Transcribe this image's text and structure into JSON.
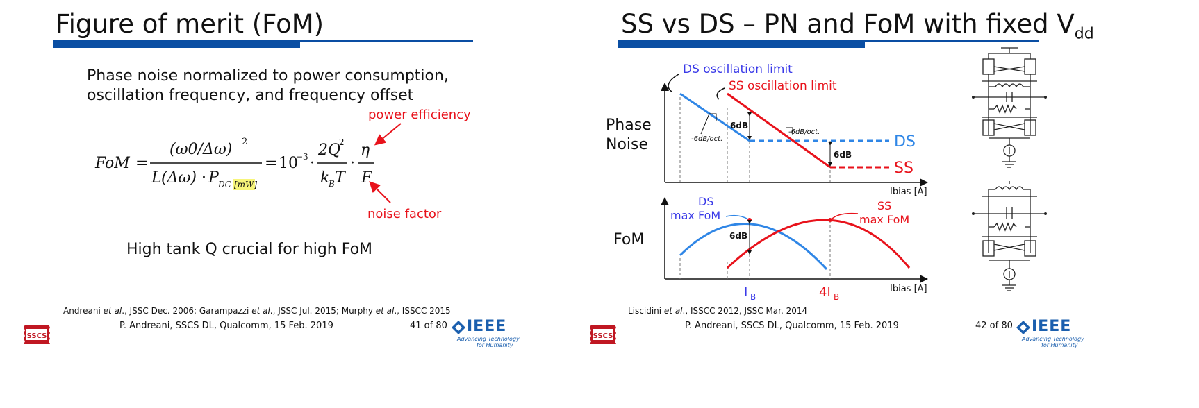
{
  "left_slide": {
    "title": "Figure of merit (FoM)",
    "intro_line1": "Phase noise normalized to power consumption,",
    "intro_line2": "oscillation frequency, and frequency offset",
    "annot_power_efficiency": "power efficiency",
    "annot_noise_factor": "noise factor",
    "equation": {
      "lhs": "FoM",
      "eq1": "=",
      "num": "(ω0/Δω)",
      "num_exp": "2",
      "den_l": "L",
      "den_arg": "(Δω)",
      "den_dot": "·",
      "den_p": "P",
      "den_sub": "DC",
      "den_sub_box": "[mW]",
      "eq2": "=",
      "coef": "10",
      "coef_exp": "−3",
      "dot1": "·",
      "frac2_num": "2Q",
      "frac2_num_exp": "2",
      "frac2_den": "k",
      "frac2_den_sub": "B",
      "frac2_den_t": "T",
      "dot2": "·",
      "frac3_num": "η",
      "frac3_den": "F"
    },
    "tank_note": "High tank Q crucial for high FoM",
    "reference": {
      "a1": "Andreani ",
      "etal1": "et al",
      "a1b": "., JSSC Dec. 2006; Garampazzi ",
      "etal2": "et al",
      "a2b": "., JSSC Jul. 2015; Murphy ",
      "etal3": "et al",
      "a3b": "., ISSCC 2015"
    },
    "footer": "P. Andreani, SSCS DL, Qualcomm, 15 Feb. 2019",
    "page_number": "41 of 80"
  },
  "right_slide": {
    "title": "SS vs DS – PN and FoM with fixed V",
    "title_sub": "dd",
    "label_phase": "Phase",
    "label_noise": "Noise",
    "label_fom": "FoM",
    "reference": {
      "a1": "Liscidini ",
      "etal1": "et al",
      "a1b": "., ISSCC 2012, JSSC Mar. 2014"
    },
    "footer": "P. Andreani, SSCS DL, Qualcomm, 15 Feb. 2019",
    "page_number": "42 of 80",
    "pn_chart": {
      "ds_limit_label": "DS oscillation limit",
      "ss_limit_label": "SS oscillation limit",
      "slope_label_1": "-6dB/oct.",
      "slope_label_2": "-6dB/oct.",
      "gap_label_1": "6dB",
      "gap_label_2": "6dB",
      "ds_label": "DS",
      "ss_label": "SS",
      "x_axis": "Ibias [A]"
    },
    "fom_chart": {
      "ds_line1": "DS",
      "ds_line2": "max FoM",
      "ss_line1": "SS",
      "ss_line2": "max FoM",
      "gap_label": "6dB",
      "tick_ib": "I",
      "tick_ib_sub": "B",
      "tick_4ib": "4I",
      "tick_4ib_sub": "B",
      "x_axis": "Ibias [A]"
    }
  },
  "logos": {
    "sscs_text": "SSCS",
    "ieee_word": "IEEE",
    "ieee_tag_line1": "Advancing Technology",
    "ieee_tag_line2": "for Humanity"
  },
  "colors": {
    "accent_blue": "#0a4ea3",
    "ds_blue": "#2f86e6",
    "label_blue": "#3a3ae8",
    "ss_red": "#e8121b",
    "highlight_yellow": "#f7f57a",
    "sscs_red": "#c01722"
  }
}
